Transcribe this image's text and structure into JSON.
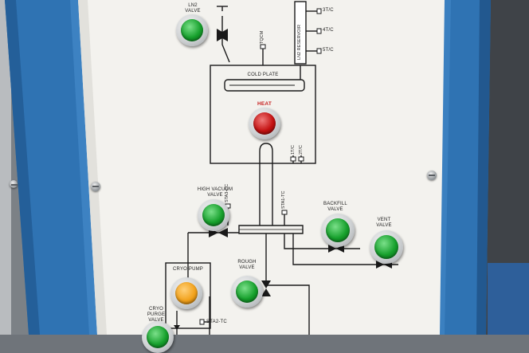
{
  "colors": {
    "frame_blue": "#2f73b3",
    "panel": "#f3f2ee",
    "button_green": "#16a02c",
    "button_red": "#c41212",
    "button_amber": "#f2a21c",
    "label_red": "#c62020"
  },
  "labels": {
    "ln2_valve": "LN2\nVALVE",
    "ln2_reservoir": "LN2 RESERVOIR",
    "tc3": "3T/C",
    "tc4": "4T/C",
    "tc5": "5T/C",
    "tqcm": "TQCM",
    "cold_plate": "COLD PLATE",
    "heat": "HEAT",
    "tc1": "1T/C",
    "tc2": "2T/C",
    "high_vacuum_valve": "HIGH VACUUM\nVALVE",
    "sta3_cc": "STA3-CC",
    "sta1_tc": "STA1-TC",
    "backfill_valve": "BACKFILL\nVALVE",
    "vent_valve": "VENT\nVALVE",
    "cryo_pump": "CRYO PUMP",
    "rough_valve": "ROUGH\nVALVE",
    "cryo_purge_valve": "CRYO\nPURGE\nVALVE",
    "sta2_tc": "STA2-TC"
  },
  "buttons": [
    {
      "id": "ln2-valve",
      "color": "green",
      "lit": true
    },
    {
      "id": "heat",
      "color": "red",
      "lit": true
    },
    {
      "id": "high-vacuum-valve",
      "color": "green",
      "lit": true
    },
    {
      "id": "backfill-valve",
      "color": "green",
      "lit": true
    },
    {
      "id": "vent-valve",
      "color": "green",
      "lit": true
    },
    {
      "id": "cryo-pump",
      "color": "amber",
      "lit": true
    },
    {
      "id": "rough-valve",
      "color": "green",
      "lit": true
    },
    {
      "id": "cryo-purge-valve",
      "color": "green",
      "lit": true
    }
  ]
}
